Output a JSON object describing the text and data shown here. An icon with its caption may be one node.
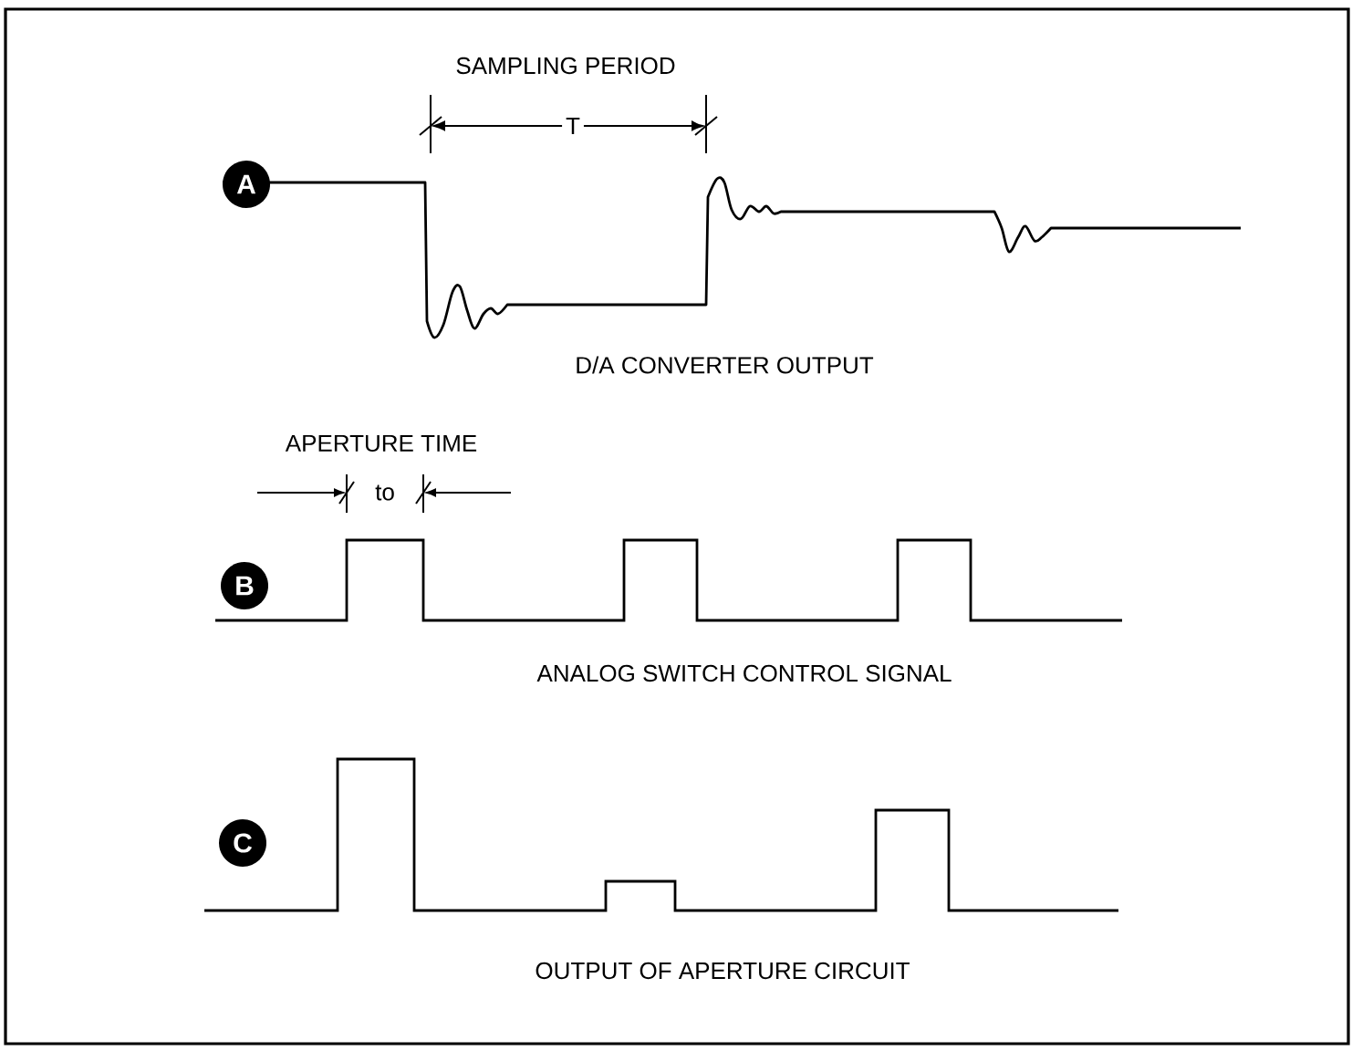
{
  "diagram": {
    "nodes": [
      {
        "text": [
          "A"
        ]
      },
      {
        "text": [
          "B"
        ]
      },
      {
        "text": [
          "C"
        ]
      }
    ],
    "labels": [
      "SAMPLING PERIOD",
      "T",
      "D/A CONVERTER OUTPUT",
      "APERTURE TIME",
      "to",
      "ANALOG SWITCH CONTROL SIGNAL",
      "OUTPUT OF APERTURE CIRCUIT"
    ]
  }
}
